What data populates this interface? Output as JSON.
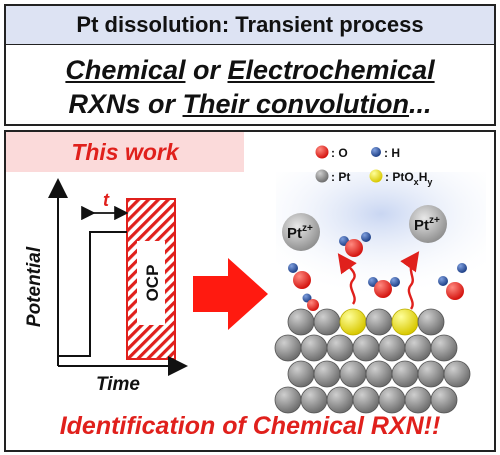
{
  "header": {
    "title": "Pt dissolution: Transient process",
    "line1": {
      "a": "Chemical",
      "b": " or ",
      "c": "Electrochemical"
    },
    "line2": {
      "a": "RXNs",
      "b": " or ",
      "c": "Their convolution",
      "d": "..."
    }
  },
  "panel": {
    "tag": "This work",
    "footer": "Identification of Chemical RXN!!"
  },
  "plot": {
    "y_axis_label": "Potential",
    "x_axis_label": "Time",
    "t_label": "t",
    "ocp_label": "OCP"
  },
  "legend": {
    "o_label": ": O",
    "h_label": ": H",
    "pt_label": ": Pt",
    "ptoxhy_base": ": PtO",
    "ptoxhy_sub1": "x",
    "ptoxhy_mid": "H",
    "ptoxhy_sub2": "y"
  },
  "ions": {
    "base": "Pt",
    "charge": "z+"
  },
  "colors": {
    "accent_red": "#e0201c",
    "header_band": "#dde3f3",
    "tag_bg": "#fbdada",
    "oxygen": "#e8201c",
    "hydrogen": "#2a55a8",
    "platinum": "#8c8c8c",
    "ptoxhy": "#f2ea0c"
  }
}
